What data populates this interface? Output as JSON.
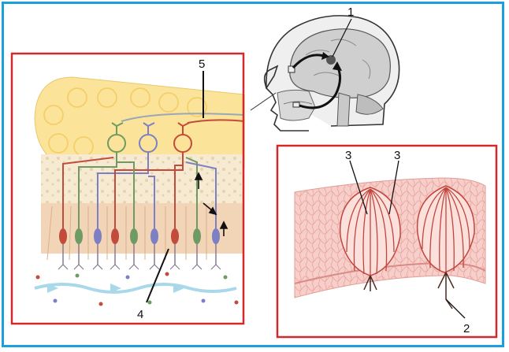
{
  "colors": {
    "outer_frame": "#1aa0dc",
    "panel_frame": "#d22a2a",
    "bulb": "#fbe39a",
    "olfactory_epithelium": "#f1cfae",
    "taste_tissue": "#f6c3bf",
    "neuron_green": "#6f9a63",
    "neuron_blue": "#7c7fc2",
    "neuron_red": "#c24b3c"
  },
  "panels": {
    "head": {
      "name": "head-pathways-illustration"
    },
    "olfactory": {
      "name": "olfactory-epithelium-panel"
    },
    "taste": {
      "name": "taste-buds-panel"
    }
  },
  "labels": {
    "one": "1",
    "two": "2",
    "three_a": "3",
    "three_b": "3",
    "four": "4",
    "five": "5"
  }
}
